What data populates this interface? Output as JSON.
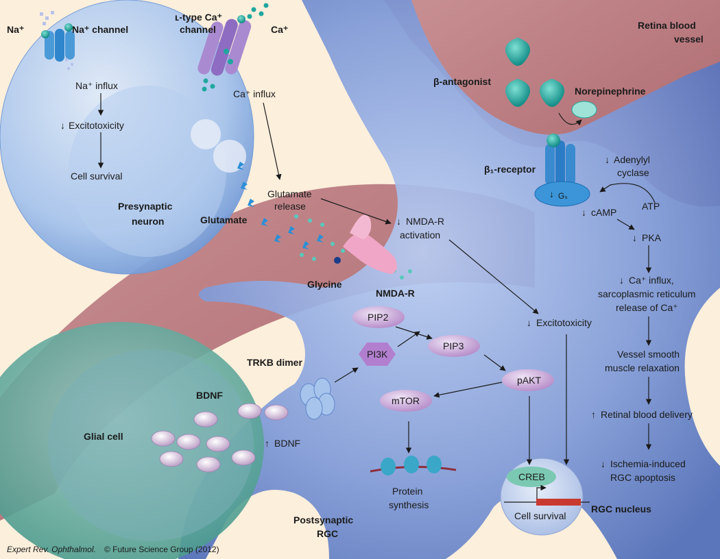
{
  "figure": {
    "labels": {
      "na": "Na⁺",
      "na_channel": "Na⁺ channel",
      "ltype_1": "ʟ-type Ca⁺",
      "ltype_2": "channel",
      "ca": "Ca⁺",
      "retina_vessel_1": "Retina blood",
      "retina_vessel_2": "vessel",
      "na_influx": "Na⁺ influx",
      "ca_influx": "Ca⁺ influx",
      "excito_pre": "Excitotoxicity",
      "cell_survival_pre": "Cell survival",
      "beta_antagonist": "β-antagonist",
      "norepinephrine": "Norepinephrine",
      "beta1_receptor": "β₁-receptor",
      "gs": "Gₛ",
      "adenylyl_1": "Adenylyl",
      "adenylyl_2": "cyclase",
      "glutamate_release_1": "Glutamate",
      "glutamate_release_2": "release",
      "camp": "cAMP",
      "atp": "ATP",
      "presynaptic_1": "Presynaptic",
      "presynaptic_2": "neuron",
      "glutamate": "Glutamate",
      "nmdar_act_1": "NMDA-R",
      "nmdar_act_2": "activation",
      "pka": "PKA",
      "ca_release_1": "Ca⁺ influx,",
      "ca_release_2": "sarcoplasmic reticulum",
      "ca_release_3": "release of Ca⁺",
      "glycine": "Glycine",
      "nmdar": "NMDA-R",
      "pip2": "PIP2",
      "excito_post": "Excitotoxicity",
      "trkb_dimer": "TRKB dimer",
      "pi3k": "PI3K",
      "pip3": "PIP3",
      "vessel_relax_1": "Vessel smooth",
      "vessel_relax_2": "muscle relaxation",
      "pakt": "pAKT",
      "mtor": "mTOR",
      "bdnf": "BDNF",
      "glial_cell": "Glial cell",
      "bdnf_up": "BDNF",
      "retinal_blood": "Retinal blood delivery",
      "ischemia_1": "Ischemia-induced",
      "ischemia_2": "RGC apoptosis",
      "creb": "CREB",
      "protein_1": "Protein",
      "protein_2": "synthesis",
      "postsynaptic_1": "Postsynaptic",
      "postsynaptic_2": "RGC",
      "cell_survival_nuc": "Cell survival",
      "rgc_nucleus": "RGC nucleus",
      "credit_journal": "Expert Rev. Ophthalmol.",
      "credit_rest": "© Future Science Group (2012)",
      "down": "↓",
      "up": "↑"
    },
    "colors": {
      "background": "#fcefdc",
      "vessel": "#b9777b",
      "rgc": "#7a96d6",
      "presynaptic": "#a9c7ee",
      "glial": "#5aa89c",
      "teal": "#1fa79e",
      "purple_node": "#c9a6d8",
      "creb": "#7cc9b3",
      "nmdar": "#f0a6c6",
      "gs": "#3b95d8",
      "dna": "#c83a30"
    }
  }
}
